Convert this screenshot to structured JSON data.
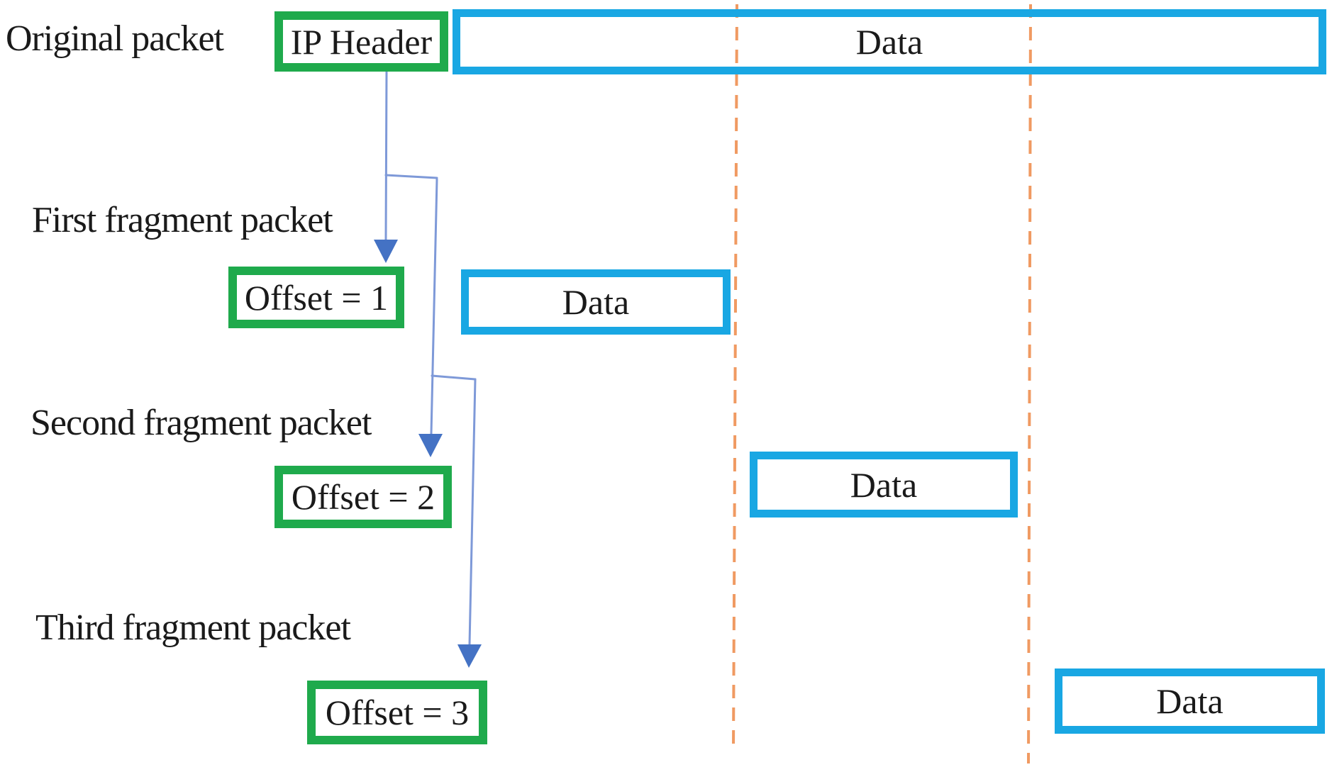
{
  "diagram": {
    "rows": [
      {
        "label": "Original packet",
        "header_text": "IP Header",
        "data_text": "Data"
      },
      {
        "label": "First fragment packet",
        "header_text": "Offset = 1",
        "data_text": "Data"
      },
      {
        "label": "Second fragment packet",
        "header_text": "Offset = 2",
        "data_text": "Data"
      },
      {
        "label": "Third fragment packet",
        "header_text": "Offset = 3",
        "data_text": "Data"
      }
    ],
    "colors": {
      "header_border": "#1FAA4C",
      "data_border": "#19A7E3",
      "dashed_line": "#F09A62",
      "arrow_shaft": "#7E99D8",
      "arrow_head": "#4472C4",
      "text": "#1A1A1A",
      "background": "#FFFFFF"
    }
  }
}
